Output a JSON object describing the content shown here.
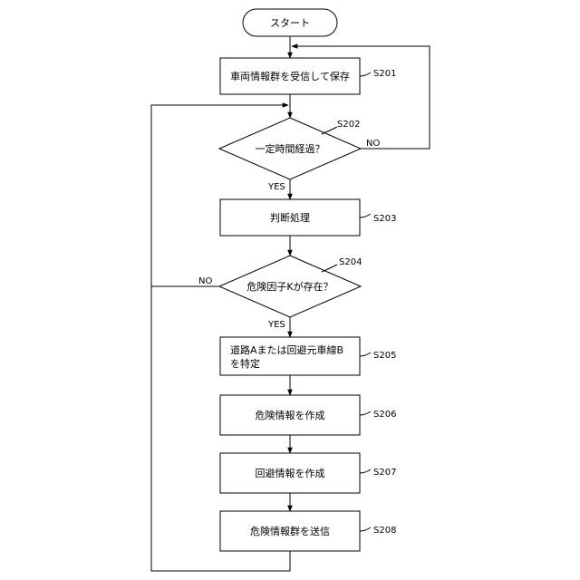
{
  "nodes": {
    "start": "スタート",
    "s201": "車両情報群を受信して保存",
    "s202": "一定時間経過？",
    "s203": "判断処理",
    "s204": "危険因子Kが存在？",
    "s205_line1": "道路Aまたは回避元車線B",
    "s205_line2": "を特定",
    "s206": "危険情報を作成",
    "s207": "回避情報を作成",
    "s208": "危険情報群を送信"
  },
  "steps": {
    "s201": "S201",
    "s202": "S202",
    "s203": "S203",
    "s204": "S204",
    "s205": "S205",
    "s206": "S206",
    "s207": "S207",
    "s208": "S208"
  },
  "branches": {
    "s202_no": "NO",
    "s202_yes": "YES",
    "s204_no": "NO",
    "s204_yes": "YES"
  }
}
